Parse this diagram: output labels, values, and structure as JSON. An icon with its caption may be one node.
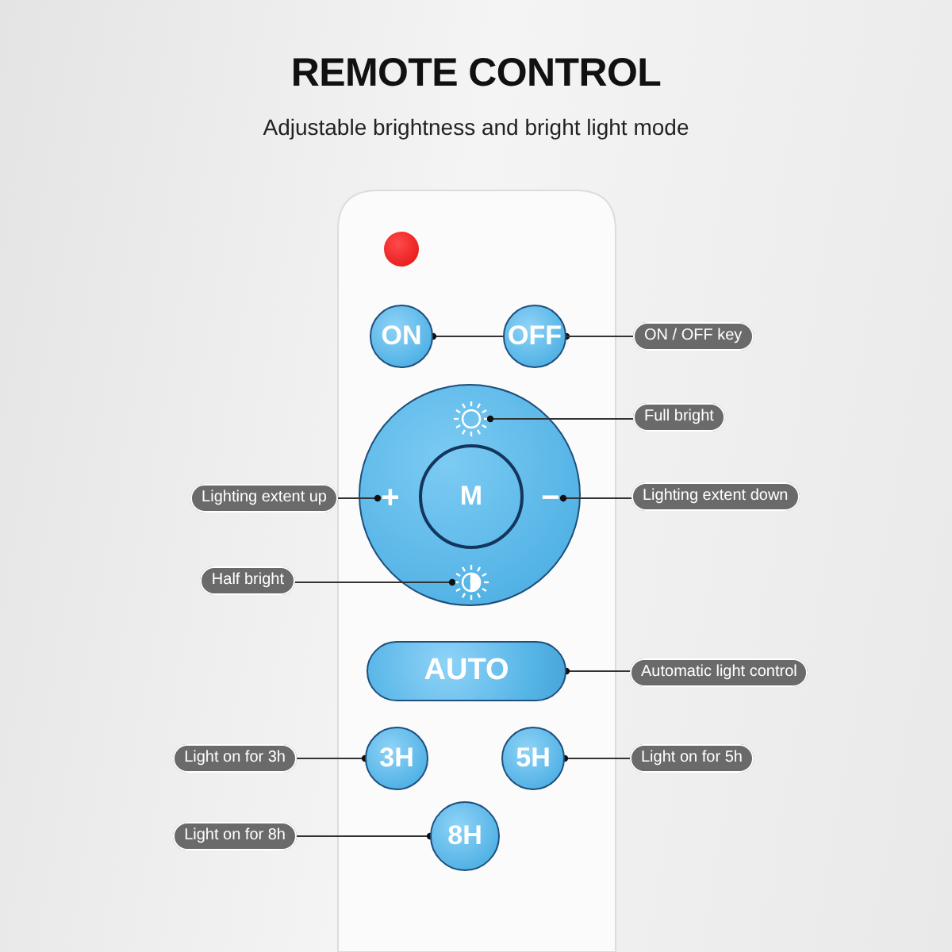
{
  "diagram": {
    "title": "REMOTE CONTROL",
    "nodes": [
      {
        "text": [],
        "shape": "circle"
      },
      {
        "text": [
          "ON"
        ]
      },
      {
        "text": [
          "OFF"
        ]
      },
      {
        "text": [
          "ON / OFF key"
        ]
      },
      {
        "text": [],
        "shape": "circle"
      },
      {
        "text": [],
        "shape": "picture",
        "in": 4
      },
      {
        "text": [
          "Full bright"
        ]
      },
      {
        "text": [
          "Lighting extent up"
        ]
      },
      {
        "text": [
          "+"
        ],
        "in": 4
      },
      {
        "text": [
          "M"
        ],
        "in": 4
      },
      {
        "text": [
          "−"
        ],
        "in": 4
      },
      {
        "text": [
          "Lighting extent down"
        ]
      },
      {
        "text": [
          "Half bright"
        ]
      },
      {
        "text": [],
        "shape": "picture",
        "in": 4
      },
      {
        "text": [
          "AUTO"
        ]
      },
      {
        "text": [
          "Automatic light control"
        ]
      },
      {
        "text": [
          "Light on for 3h"
        ]
      },
      {
        "text": [
          "3H"
        ]
      },
      {
        "text": [
          "5H"
        ]
      },
      {
        "text": [
          "Light on for 5h"
        ]
      },
      {
        "text": [
          "Light on for 8h"
        ]
      },
      {
        "text": [
          "8H"
        ]
      }
    ],
    "edges": [
      {
        "from": 3,
        "to": 2,
        "arrow": "other"
      },
      {
        "from": 3,
        "to": 1,
        "arrow": "other"
      },
      {
        "from": 6,
        "to": 5,
        "arrow": "other"
      },
      {
        "from": 7,
        "to": 8,
        "arrow": "other"
      },
      {
        "from": 11,
        "to": 10,
        "arrow": "other"
      },
      {
        "from": 12,
        "to": 13,
        "arrow": "other"
      },
      {
        "from": 15,
        "to": 14,
        "arrow": "other"
      },
      {
        "from": 16,
        "to": 17,
        "arrow": "other"
      },
      {
        "from": 19,
        "to": 18,
        "arrow": "other"
      },
      {
        "from": 20,
        "to": 21,
        "arrow": "other"
      }
    ],
    "labels": [
      "Adjustable brightness and bright light mode"
    ]
  }
}
